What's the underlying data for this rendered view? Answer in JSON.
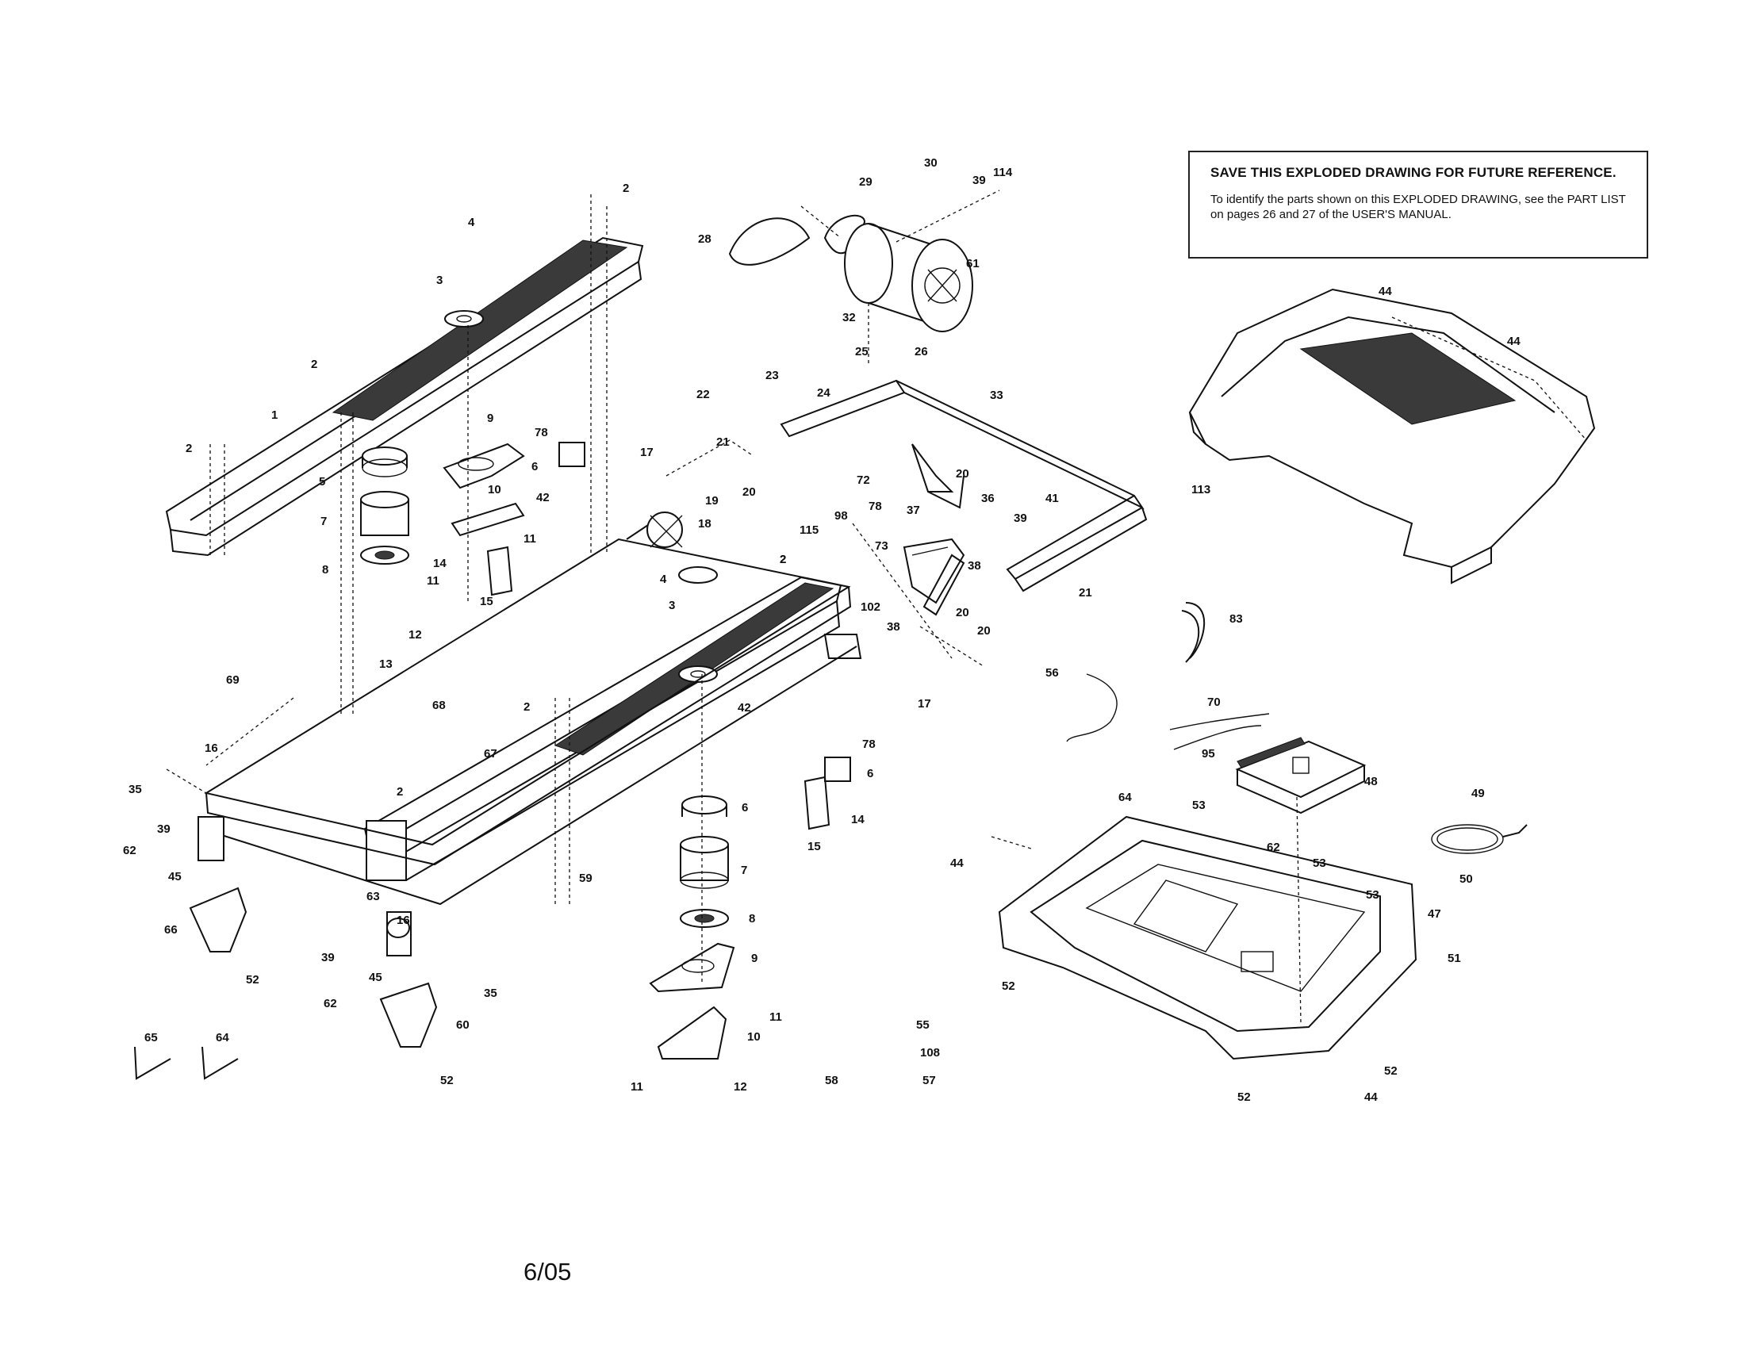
{
  "notice": {
    "title": "SAVE THIS EXPLODED DRAWING FOR FUTURE REFERENCE.",
    "body": "To identify the parts shown on this EXPLODED DRAWING, see the PART LIST on pages 26 and 27 of the USER'S MANUAL."
  },
  "page_id": "6/05",
  "callouts": {
    "c2a": "2",
    "c4a": "4",
    "c3a": "3",
    "c2b": "2",
    "c1": "1",
    "c2c": "2",
    "c5a": "5",
    "c7a": "7",
    "c8a": "8",
    "c9a": "9",
    "c10a": "10",
    "c14a": "14",
    "c15a": "15",
    "c11a": "11",
    "c11b": "11",
    "c12a": "12",
    "c13": "13",
    "c78a": "78",
    "c6a": "6",
    "c42a": "42",
    "c17a": "17",
    "c19": "19",
    "c18": "18",
    "c69": "69",
    "c68": "68",
    "c16a": "16",
    "c35a": "35",
    "c67": "67",
    "c2d": "2",
    "c62a": "62",
    "c39a": "39",
    "c45a": "45",
    "c66": "66",
    "c52a": "52",
    "c63": "63",
    "c16b": "16",
    "c39b": "39",
    "c45b": "45",
    "c62b": "62",
    "c60a": "60",
    "c52b": "52",
    "c35b": "35",
    "c65": "65",
    "c64a": "64",
    "c2e": "2",
    "c4b": "4",
    "c3b": "3",
    "c2f": "2",
    "c42b": "42",
    "c59": "59",
    "c6b": "6",
    "c7b": "7",
    "c8b": "8",
    "c9b": "9",
    "c11c": "11",
    "c10b": "10",
    "c11d": "11",
    "c12b": "12",
    "c78b": "78",
    "c6c": "6",
    "c14b": "14",
    "c15b": "15",
    "c58": "58",
    "c55": "55",
    "c108": "108",
    "c57": "57",
    "c17b": "17",
    "c28": "28",
    "c29": "29",
    "c30": "30",
    "c39c": "39",
    "c114": "114",
    "c61": "61",
    "c32": "32",
    "c25": "25",
    "c26": "26",
    "c22": "22",
    "c23": "23",
    "c24": "24",
    "c21a": "21",
    "c20a": "20",
    "c33": "33",
    "c72": "72",
    "c20b": "20",
    "c36": "36",
    "c41": "41",
    "c39d": "39",
    "c78c": "78",
    "c98": "98",
    "c73": "73",
    "c37": "37",
    "c38a": "38",
    "c20c": "20",
    "c21b": "21",
    "c115": "115",
    "c2g": "2",
    "c102": "102",
    "c38b": "38",
    "c20d": "20",
    "c44a": "44",
    "c44b": "44",
    "c113": "113",
    "c83": "83",
    "c56": "56",
    "c70": "70",
    "c95": "95",
    "c48": "48",
    "c64b": "64",
    "c53a": "53",
    "c62c": "62",
    "c53b": "53",
    "c44c": "44",
    "c49": "49",
    "c50": "50",
    "c53c": "53",
    "c47": "47",
    "c51": "51",
    "c52c": "52",
    "c52d": "52",
    "c52e": "52",
    "c44d": "44"
  }
}
